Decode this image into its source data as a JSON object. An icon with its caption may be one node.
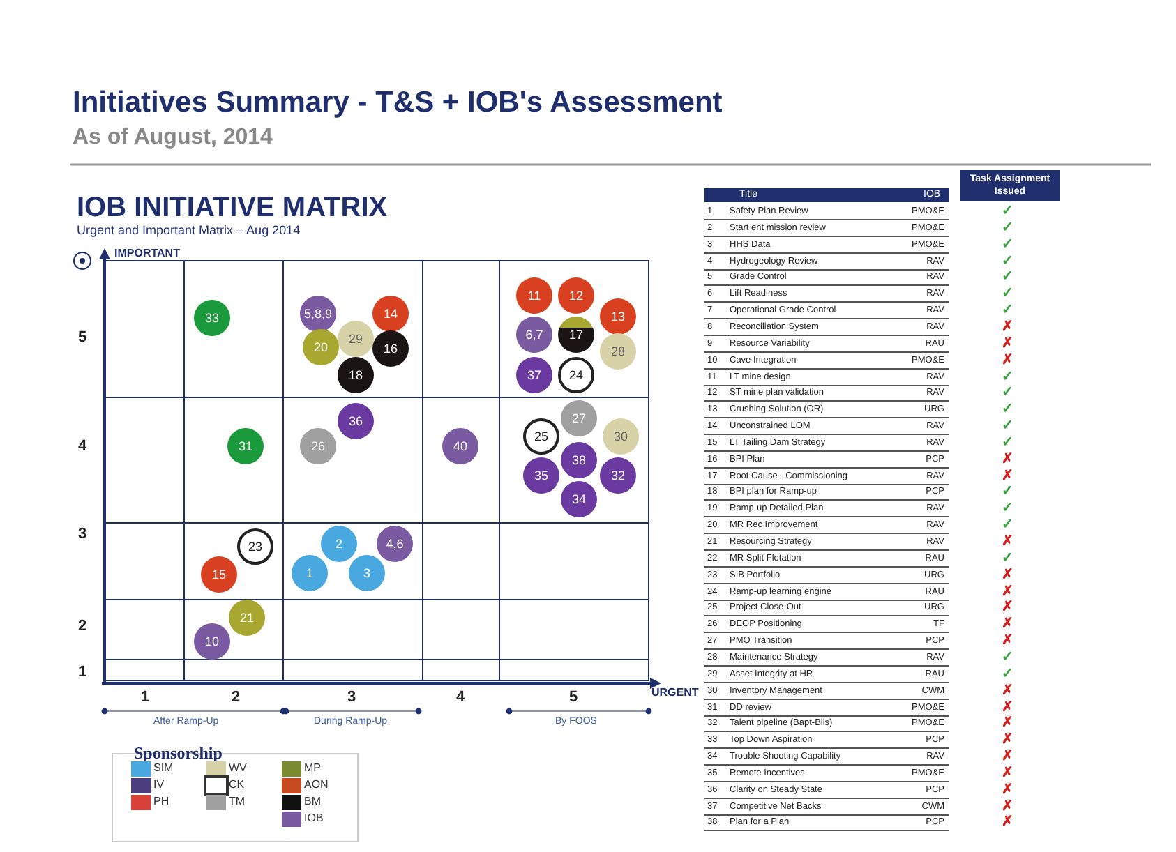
{
  "diagram": {
    "title": "Initiatives Summary - T&S + IOB's Assessment",
    "nodes": [
      {
        "text": [
          "33"
        ]
      },
      {
        "text": [
          "5,8,9"
        ]
      },
      {
        "text": [
          "14"
        ]
      },
      {
        "text": [
          "29"
        ]
      },
      {
        "text": [
          "20"
        ]
      },
      {
        "text": [
          "16"
        ]
      },
      {
        "text": [
          "18"
        ]
      },
      {
        "text": [
          "11"
        ]
      },
      {
        "text": [
          "12"
        ]
      },
      {
        "text": [
          "13"
        ]
      },
      {
        "text": [
          "6,7"
        ]
      },
      {
        "text": [
          "17"
        ]
      },
      {
        "text": [
          "28"
        ]
      },
      {
        "text": [
          "37"
        ]
      },
      {
        "text": [
          "24"
        ]
      },
      {
        "text": [
          "36"
        ]
      },
      {
        "text": [
          "31"
        ]
      },
      {
        "text": [
          "26"
        ]
      },
      {
        "text": [
          "40"
        ]
      },
      {
        "text": [
          "27"
        ]
      },
      {
        "text": [
          "25"
        ]
      },
      {
        "text": [
          "30"
        ]
      },
      {
        "text": [
          "38"
        ]
      },
      {
        "text": [
          "35"
        ]
      },
      {
        "text": [
          "32"
        ]
      },
      {
        "text": [
          "34"
        ]
      },
      {
        "text": [
          "23"
        ]
      },
      {
        "text": [
          "2"
        ]
      },
      {
        "text": [
          "4,6"
        ]
      },
      {
        "text": [
          "15"
        ]
      },
      {
        "text": [
          "1"
        ]
      },
      {
        "text": [
          "3"
        ]
      },
      {
        "text": [
          "21"
        ]
      },
      {
        "text": [
          "10"
        ]
      }
    ],
    "labels": [
      "As of August, 2014",
      "IOB INITIATIVE MATRIX",
      "Urgent and Important Matrix – Aug 2014",
      "IMPORTANT",
      "5",
      "4",
      "3",
      "2",
      "1",
      "1",
      "2",
      "3",
      "4",
      "5",
      "URGENT",
      "After Ramp-Up",
      "During Ramp-Up",
      "By FOOS",
      "Sponsorship",
      "Title",
      "IOB",
      "Task Assignment Issued",
      "1",
      "Safety Plan Review",
      "PMO&E",
      "✓",
      "2",
      "Start ent mission review",
      "PMO&E",
      "✓",
      "3",
      "HHS Data",
      "PMO&E",
      "✓",
      "4",
      "Hydrogeology Review",
      "RAV",
      "✓",
      "5",
      "Grade Control",
      "RAV",
      "✓",
      "6",
      "Lift Readiness",
      "RAV",
      "✓",
      "7",
      "Operational Grade Control",
      "RAV",
      "✓",
      "8",
      "Reconciliation System",
      "RAV",
      "✗",
      "9",
      "Resource Variability",
      "RAU",
      "✗",
      "10",
      "Cave Integration",
      "PMO&E",
      "✗",
      "11",
      "LT mine design",
      "RAV",
      "✓",
      "12",
      "ST mine plan validation",
      "RAV",
      "✓",
      "13",
      "Crushing Solution (OR)",
      "URG",
      "✓",
      "14",
      "Unconstrained LOM",
      "RAV",
      "✓",
      "15",
      "LT Tailing Dam Strategy",
      "RAV",
      "✓",
      "16",
      "BPI Plan",
      "PCP",
      "✗",
      "17",
      "Root Cause - Commissioning",
      "RAV",
      "✗",
      "18",
      "BPI plan for Ramp-up",
      "PCP",
      "✓",
      "19",
      "Ramp-up Detailed Plan",
      "RAV",
      "✓",
      "20",
      "MR Rec Improvement",
      "RAV",
      "✓",
      "21",
      "Resourcing Strategy",
      "RAV",
      "✗",
      "22",
      "MR Split Flotation",
      "RAU",
      "✓",
      "23",
      "SIB Portfolio",
      "URG",
      "✗",
      "24",
      "Ramp-up learning engine",
      "RAU",
      "✗",
      "25",
      "Project Close-Out",
      "URG",
      "✗",
      "26",
      "DEOP Positioning",
      "TF",
      "✗",
      "27",
      "PMO Transition",
      "PCP",
      "✗",
      "28",
      "Maintenance Strategy",
      "RAV",
      "✓",
      "29",
      "Asset Integrity at HR",
      "RAU",
      "✓",
      "30",
      "Inventory Management",
      "CWM",
      "✗",
      "31",
      "DD review",
      "PMO&E",
      "✗",
      "32",
      "Talent pipeline (Bapt-Bils)",
      "PMO&E",
      "✗",
      "33",
      "Top Down Aspiration",
      "PCP",
      "✗",
      "34",
      "Trouble Shooting Capability",
      "RAV",
      "✗",
      "35",
      "Remote Incentives",
      "PMO&E",
      "✗",
      "36",
      "Clarity on Steady State",
      "PCP",
      "✗",
      "37",
      "Competitive Net Backs",
      "CWM",
      "✗",
      "38",
      "Plan for a Plan",
      "PCP",
      "✗"
    ],
    "legend": [
      {
        "text": "SIM",
        "color": "#4aa8e0"
      },
      {
        "text": "IV",
        "color": "#4b3d7e"
      },
      {
        "text": "PH",
        "color": "#d8403a"
      },
      {
        "text": "WV",
        "color": "#d8d2a8"
      },
      {
        "text": "CK",
        "color": "#ffffff"
      },
      {
        "text": "TM",
        "color": "#a0a0a0"
      },
      {
        "text": "MP",
        "color": "#7a8a30"
      },
      {
        "text": "AON",
        "color": "#c84a20"
      },
      {
        "text": "BM",
        "color": "#111111"
      },
      {
        "text": "IOB",
        "color": "#7a5aa0"
      }
    ]
  }
}
